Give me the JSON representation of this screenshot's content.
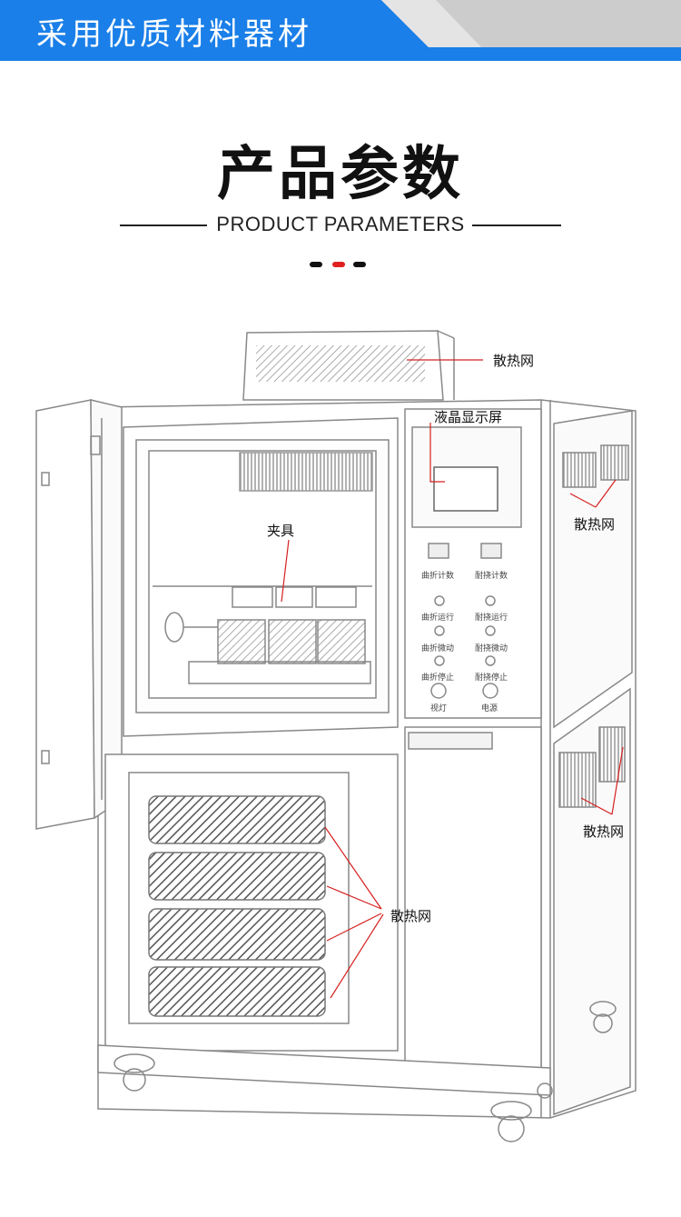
{
  "banner": {
    "title": "采用优质材料器材"
  },
  "header": {
    "title": "产品参数",
    "subtitle": "PRODUCT PARAMETERS"
  },
  "colors": {
    "banner_blue": "#1a7fe8",
    "banner_gray": "#c8c8c8",
    "accent_red": "#e02020",
    "callout_line": "#d62020"
  },
  "callouts": {
    "top_vent": "散热网",
    "lcd": "液晶显示屏",
    "fixture": "夹具",
    "side_vent_upper": "散热网",
    "side_vent_lower": "散热网",
    "front_vents": "散热网"
  },
  "panel": {
    "counter_left": "曲折计数",
    "counter_right": "耐挠计数",
    "run_left": "曲折运行",
    "run_right": "耐挠运行",
    "jog_left": "曲折微动",
    "jog_right": "耐挠微动",
    "stop_left": "曲折停止",
    "stop_right": "耐挠停止",
    "light": "视灯",
    "power": "电源"
  }
}
